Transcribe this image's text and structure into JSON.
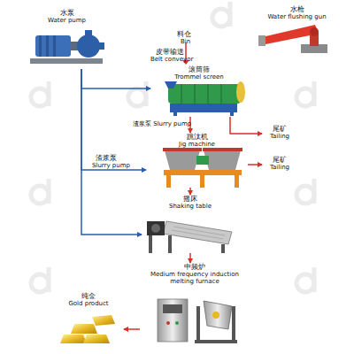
{
  "diagram": {
    "nodes": [
      {
        "text": [
          "水泵",
          "Water pump"
        ]
      },
      {
        "text": [
          "水枪",
          "Water flushing gun"
        ]
      },
      {
        "text": [
          "滚筒筛",
          "Trommel screen"
        ]
      },
      {
        "text": [
          "尾矿",
          "Tailing"
        ]
      },
      {
        "text": [
          "跳汰机",
          "Jig machine"
        ]
      },
      {
        "text": [
          "尾矿",
          "Tailing"
        ]
      },
      {
        "text": [
          "摇床",
          "Shaking table"
        ]
      },
      {
        "text": [
          "中频炉",
          "Medium frequency induction melting furnace"
        ]
      },
      {
        "text": [
          "纯金",
          "Gold product"
        ]
      }
    ],
    "edges": [
      {
        "from": 0,
        "to": 2,
        "arrow": "to"
      },
      {
        "from": 0,
        "to": 4,
        "arrow": "to"
      },
      {
        "from": 0,
        "to": 6,
        "arrow": "to"
      },
      {
        "from": 2,
        "to": 3,
        "arrow": "to"
      },
      {
        "from": 2,
        "to": 4,
        "label": "渣浆泵 Slurry pump",
        "arrow": "to"
      },
      {
        "from": 4,
        "to": 5,
        "arrow": "to"
      },
      {
        "from": 4,
        "to": 6,
        "arrow": "to"
      },
      {
        "from": 6,
        "to": 7,
        "arrow": "to"
      },
      {
        "from": 7,
        "to": 8,
        "arrow": "to"
      }
    ],
    "labels": [
      "料仓",
      "Bin",
      "皮带输送",
      "Belt conveyor",
      "渣浆泵",
      "Slurry pump"
    ]
  }
}
